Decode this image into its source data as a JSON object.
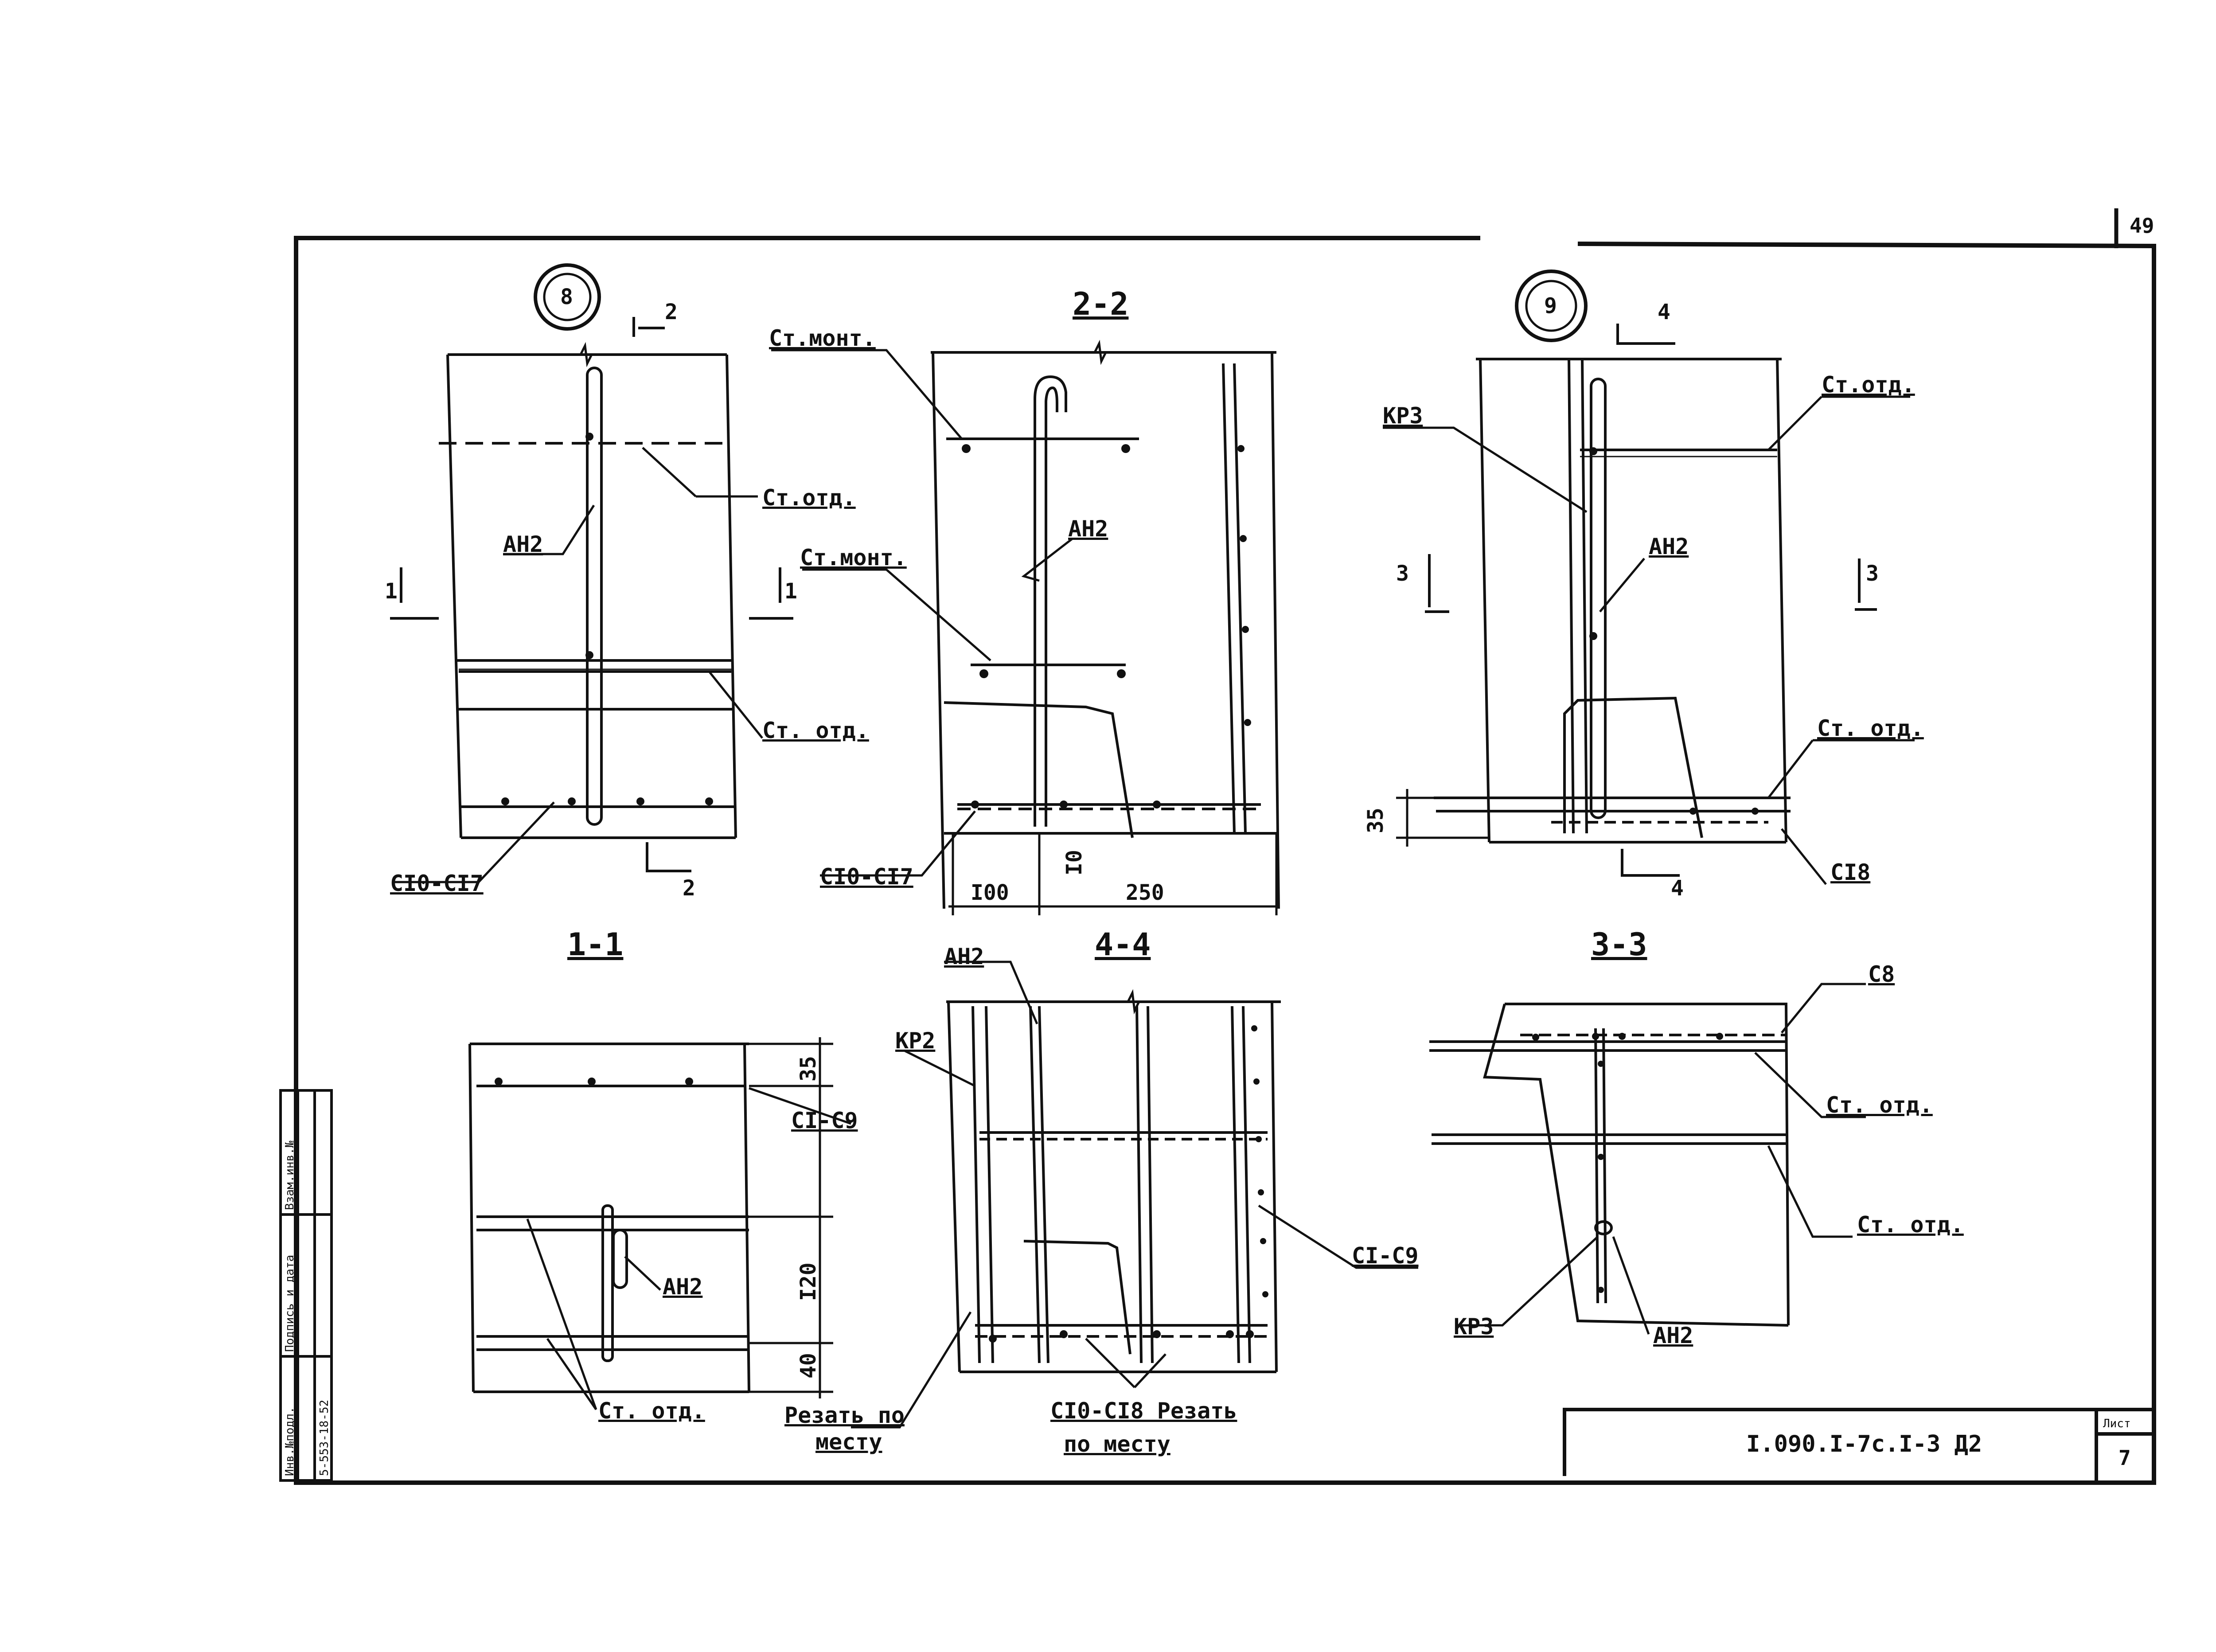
{
  "page_number": "49",
  "sheet_code": "I.090.I-7c.I-3 Д2",
  "sheet_label": "Лист",
  "sheet_no": "7",
  "stamp": {
    "inv_label": "Инв.№подл.",
    "inv_value": "5-553-18-52",
    "sign_label": "Подпись и дата",
    "exch_label": "Взам.инв.№"
  },
  "node8": {
    "number": "8",
    "cut_top": "2",
    "cut_bottom": "2",
    "cut_left": "1",
    "cut_right": "1",
    "label_anchor": "АН2",
    "label_st_otd_1": "Ст.отд.",
    "label_st_otd_2": "Ст. отд.",
    "label_mesh": "CI0-CI7"
  },
  "section22": {
    "title": "2-2",
    "label_st_mont_1": "Ст.монт.",
    "label_st_mont_2": "Ст.монт.",
    "label_anchor": "АН2",
    "label_mesh": "CI0-CI7",
    "dim_100": "I00",
    "dim_250": "250",
    "dim_10": "I0"
  },
  "node9": {
    "number": "9",
    "cut_top": "4",
    "cut_bottom": "4",
    "cut_left": "3",
    "cut_right": "3",
    "label_kr3": "КР3",
    "label_anchor": "АН2",
    "label_st_otd_1": "Ст.отд.",
    "label_st_otd_2": "Ст. отд.",
    "label_c18": "CI8",
    "dim_35": "35"
  },
  "section11": {
    "title": "1-1",
    "label_mesh": "CI-C9",
    "label_anchor": "АН2",
    "label_st_otd": "Ст. отд.",
    "dim_35": "35",
    "dim_120": "I20",
    "dim_40": "40"
  },
  "section44": {
    "title": "4-4",
    "label_anchor": "АН2",
    "label_kr2": "КР2",
    "label_mesh": "CI-C9",
    "label_cut_1a": "Резать по",
    "label_cut_1b": "месту",
    "label_cut_2a": "CI0-CI8 Резать",
    "label_cut_2b": "по месту"
  },
  "section33": {
    "title": "3-3",
    "label_c8": "C8",
    "label_st_otd_1": "Ст. отд.",
    "label_st_otd_2": "Ст. отд.",
    "label_kr3": "КР3",
    "label_anchor": "АН2"
  }
}
